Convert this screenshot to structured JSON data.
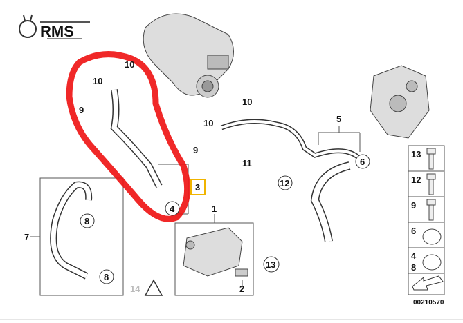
{
  "logo": {
    "text": "RMS"
  },
  "callouts": {
    "c10a": "10",
    "c10b": "10",
    "c9a": "9",
    "c10c": "10",
    "c10d": "10",
    "c9b": "9",
    "c5": "5",
    "c11": "11",
    "c12": "12",
    "c6": "6",
    "c3": "3",
    "c4": "4",
    "c1": "1",
    "c7": "7",
    "c8a": "8",
    "c8b": "8",
    "c13": "13",
    "c2": "2",
    "c14": "14"
  },
  "legend": {
    "rows": [
      "13",
      "12",
      "9",
      "6",
      "4",
      "8"
    ]
  },
  "diagram_code": "00210570",
  "colors": {
    "highlight_circle": "#ee1111",
    "selected_box": "#f0b400"
  }
}
